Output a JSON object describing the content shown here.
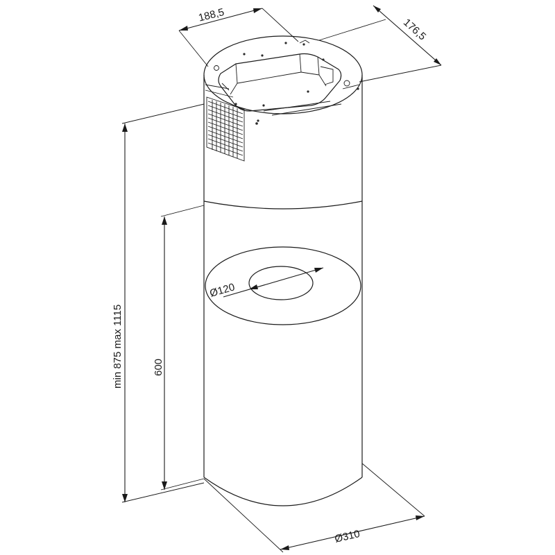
{
  "dimensions": {
    "top_width": "188,5",
    "top_depth": "176,5",
    "total_height": "min 875 max 1115",
    "lower_height": "600",
    "filter_diameter": "Ø120",
    "base_diameter": "Ø310"
  }
}
